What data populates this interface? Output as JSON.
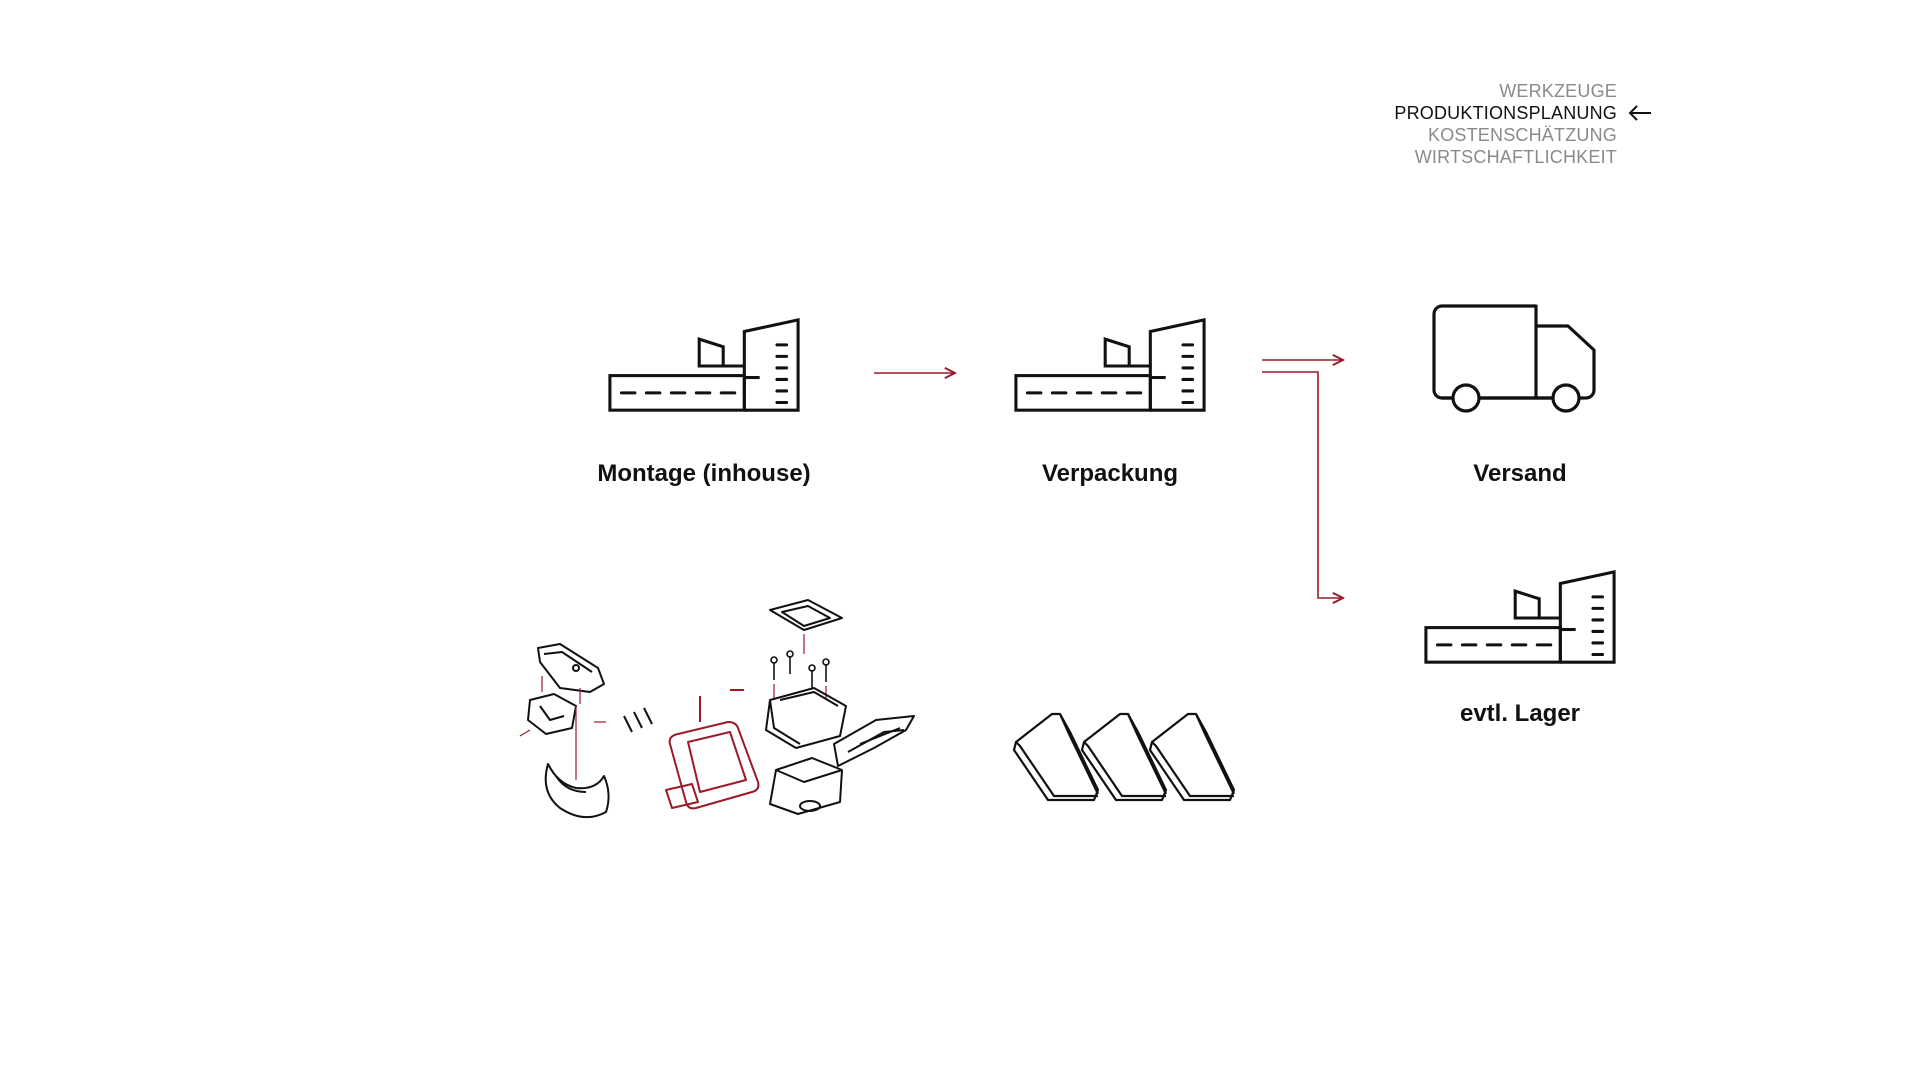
{
  "nav": {
    "items": [
      {
        "label": "WERKZEUGE",
        "active": false
      },
      {
        "label": "PRODUKTIONSPLANUNG",
        "active": true
      },
      {
        "label": "KOSTENSCHÄTZUNG",
        "active": false
      },
      {
        "label": "WIRTSCHAFTLICHKEIT",
        "active": false
      }
    ],
    "arrow_icon": "arrow-left-icon"
  },
  "colors": {
    "accent": "#9b1b2a",
    "ink": "#111111",
    "muted": "#8a8a8a",
    "background": "#ffffff"
  },
  "steps": {
    "montage": {
      "label": "Montage (inhouse)",
      "icon": "factory-icon"
    },
    "verpackung": {
      "label": "Verpackung",
      "icon": "factory-icon"
    },
    "versand": {
      "label": "Versand",
      "icon": "truck-icon"
    },
    "lager": {
      "label": "evtl. Lager",
      "icon": "factory-icon"
    }
  },
  "illustrations": {
    "assembly": "exploded-assembly-illustration",
    "packaging": "packaged-products-illustration"
  }
}
